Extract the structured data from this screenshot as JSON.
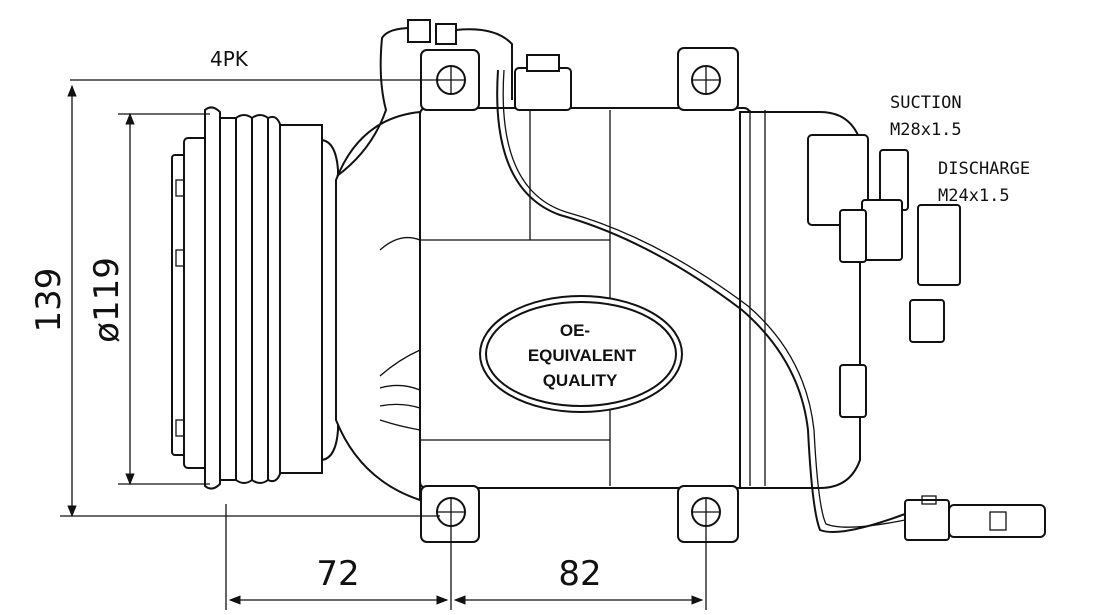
{
  "dimensions": {
    "belt_profile": "4PK",
    "height": "139",
    "pulley_diameter": "ø119",
    "mount_offset_1": "72",
    "mount_offset_2": "82"
  },
  "ports": {
    "suction_label": "SUCTION",
    "suction_thread": "M28x1.5",
    "discharge_label": "DISCHARGE",
    "discharge_thread": "M24x1.5"
  },
  "badge": {
    "line1": "OE-",
    "line2": "EQUIVALENT",
    "line3": "QUALITY"
  },
  "colors": {
    "line": "#111111",
    "background": "#ffffff"
  }
}
